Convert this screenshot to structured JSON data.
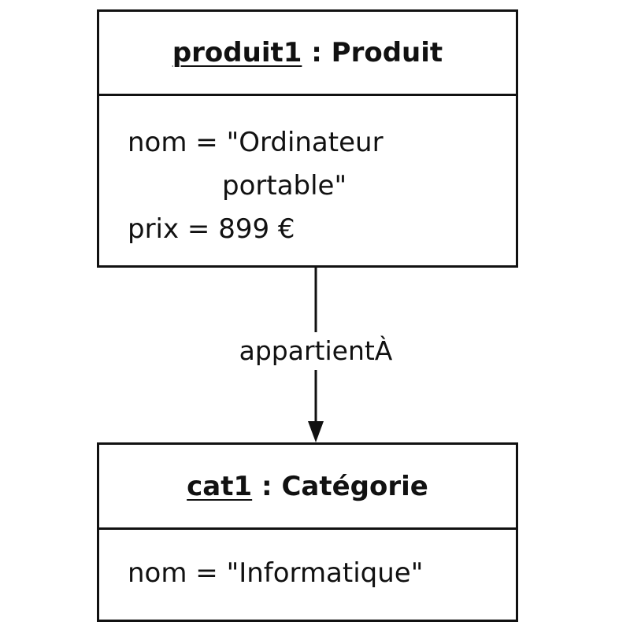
{
  "objects": {
    "produit": {
      "name": "produit1",
      "type": "Produit",
      "attributes": {
        "nom_line1": "nom = \"Ordinateur",
        "nom_line2": "portable\"",
        "prix": "prix = 899 €"
      }
    },
    "categorie": {
      "name": "cat1",
      "type": "Catégorie",
      "attributes": {
        "nom": "nom = \"Informatique\""
      }
    }
  },
  "association": {
    "label": "appartientÀ"
  },
  "separator": " : "
}
